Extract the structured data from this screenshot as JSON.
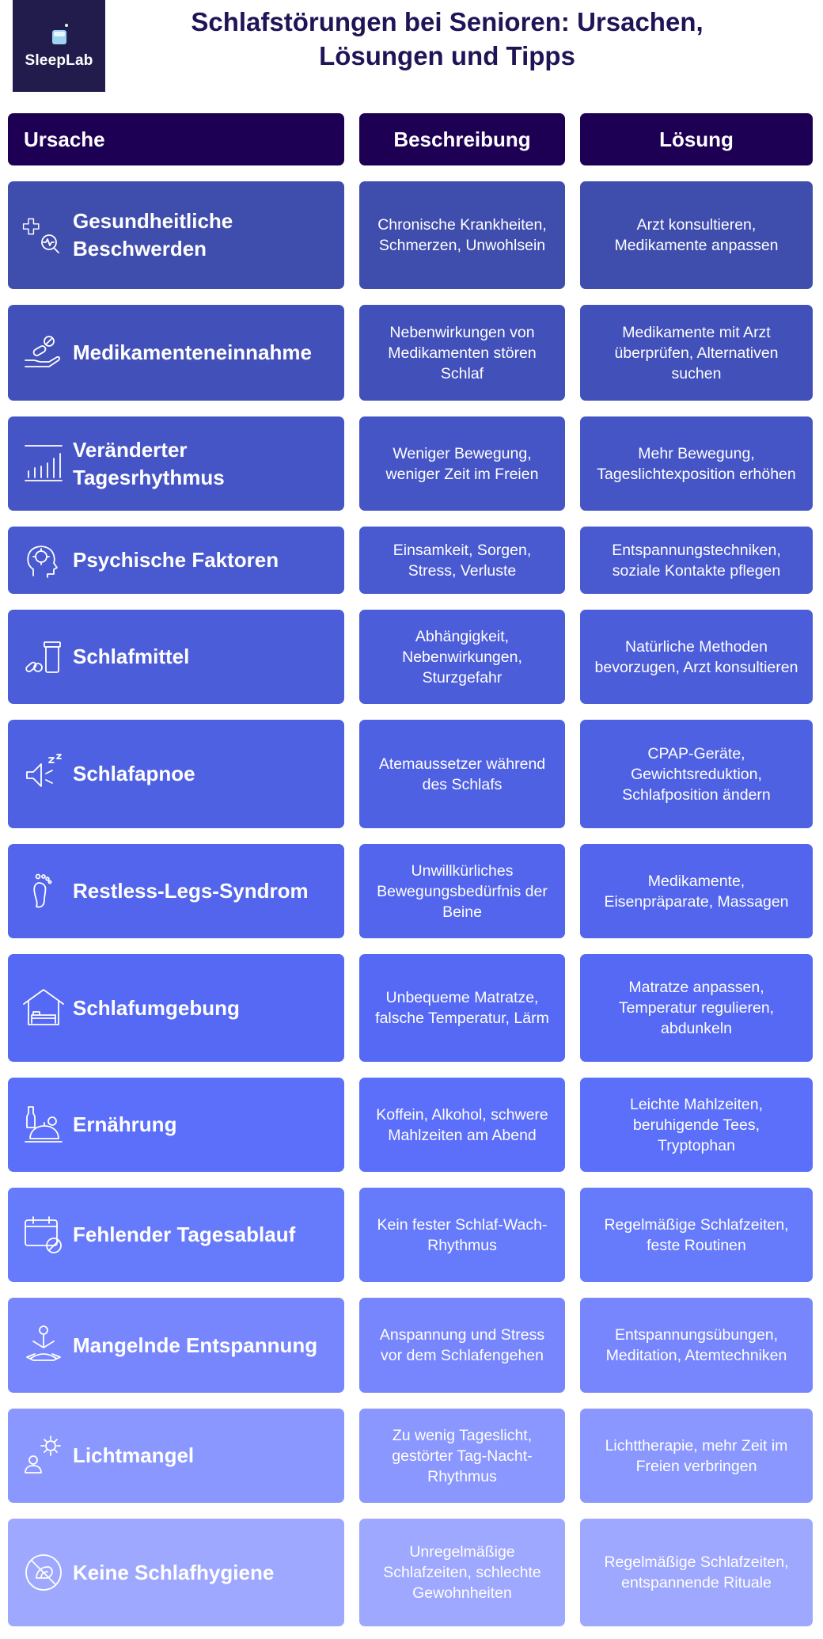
{
  "logo": {
    "text": "SleepLab"
  },
  "title": {
    "line1": "Schlafstörungen bei Senioren: Ursachen,",
    "line2": "Lösungen und Tipps"
  },
  "headers": {
    "cause": "Ursache",
    "description": "Beschreibung",
    "solution": "Lösung"
  },
  "colors": {
    "header": "#1d0053",
    "title": "#201457",
    "row_start": "#3f4dad",
    "row_end": "#9ea8ff"
  },
  "rows": [
    {
      "icon": "medical-search-icon",
      "cause": "Gesundheitliche Beschwerden",
      "description": "Chronische Krankheiten, Schmerzen, Unwohlsein",
      "solution": "Arzt konsultieren, Medikamente anpassen",
      "color": "#3f4dad"
    },
    {
      "icon": "pill-hand-icon",
      "cause": "Medikamenteneinnahme",
      "description": "Nebenwirkungen von Medikamenten stören Schlaf",
      "solution": "Medikamente mit Arzt überprüfen, Alternativen suchen",
      "color": "#4250b9"
    },
    {
      "icon": "bar-chart-icon",
      "cause": "Veränderter Tagesrhythmus",
      "description": "Weniger Bewegung, weniger Zeit im Freien",
      "solution": "Mehr Bewegung, Tageslichtexposition erhöhen",
      "color": "#4655c6"
    },
    {
      "icon": "head-mind-icon",
      "cause": "Psychische Faktoren",
      "description": "Einsamkeit, Sorgen, Stress, Verluste",
      "solution": "Entspannungstechniken, soziale Kontakte pflegen",
      "color": "#4959d0"
    },
    {
      "icon": "pill-bottle-icon",
      "cause": "Schlafmittel",
      "description": "Abhängigkeit, Nebenwirkungen, Sturzgefahr",
      "solution": "Natürliche Methoden bevorzugen, Arzt konsultieren",
      "color": "#4c5dd9"
    },
    {
      "icon": "snore-icon",
      "cause": "Schlafapnoe",
      "description": "Atemaussetzer während des Schlafs",
      "solution": "CPAP-Geräte, Gewichtsreduktion, Schlafposition ändern",
      "color": "#4f61e3"
    },
    {
      "icon": "foot-icon",
      "cause": "Restless-Legs-Syndrom",
      "description": "Unwillkürliches Bewegungsbedürfnis der Beine",
      "solution": "Medikamente, Eisenpräparate, Massagen",
      "color": "#5265ec"
    },
    {
      "icon": "home-bed-icon",
      "cause": "Schlafumgebung",
      "description": "Unbequeme Matratze, falsche Temperatur, Lärm",
      "solution": "Matratze anpassen, Temperatur regulieren, abdunkeln",
      "color": "#5569f5"
    },
    {
      "icon": "food-icon",
      "cause": "Ernährung",
      "description": "Koffein, Alkohol, schwere Mahlzeiten am Abend",
      "solution": "Leichte Mahlzeiten, beruhigende Tees, Tryptophan",
      "color": "#5b6ffa"
    },
    {
      "icon": "calendar-blocked-icon",
      "cause": "Fehlender Tagesablauf",
      "description": "Kein fester Schlaf-Wach-Rhythmus",
      "solution": "Regelmäßige Schlafzeiten, feste Routinen",
      "color": "#667afc"
    },
    {
      "icon": "meditation-icon",
      "cause": "Mangelnde Entspannung",
      "description": "Anspannung und Stress vor dem Schlafengehen",
      "solution": "Entspannungsübungen, Meditation, Atemtechniken",
      "color": "#7786fd"
    },
    {
      "icon": "person-sun-icon",
      "cause": "Lichtmangel",
      "description": "Zu wenig Tageslicht, gestörter Tag-Nacht-Rhythmus",
      "solution": "Lichttherapie, mehr Zeit im Freien verbringen",
      "color": "#8a97fe"
    },
    {
      "icon": "no-hygiene-icon",
      "cause": "Keine Schlafhygiene",
      "description": "Unregelmäßige Schlafzeiten, schlechte Gewohnheiten",
      "solution": "Regelmäßige Schlafzeiten, entspannende Rituale",
      "color": "#9ea8ff"
    }
  ]
}
